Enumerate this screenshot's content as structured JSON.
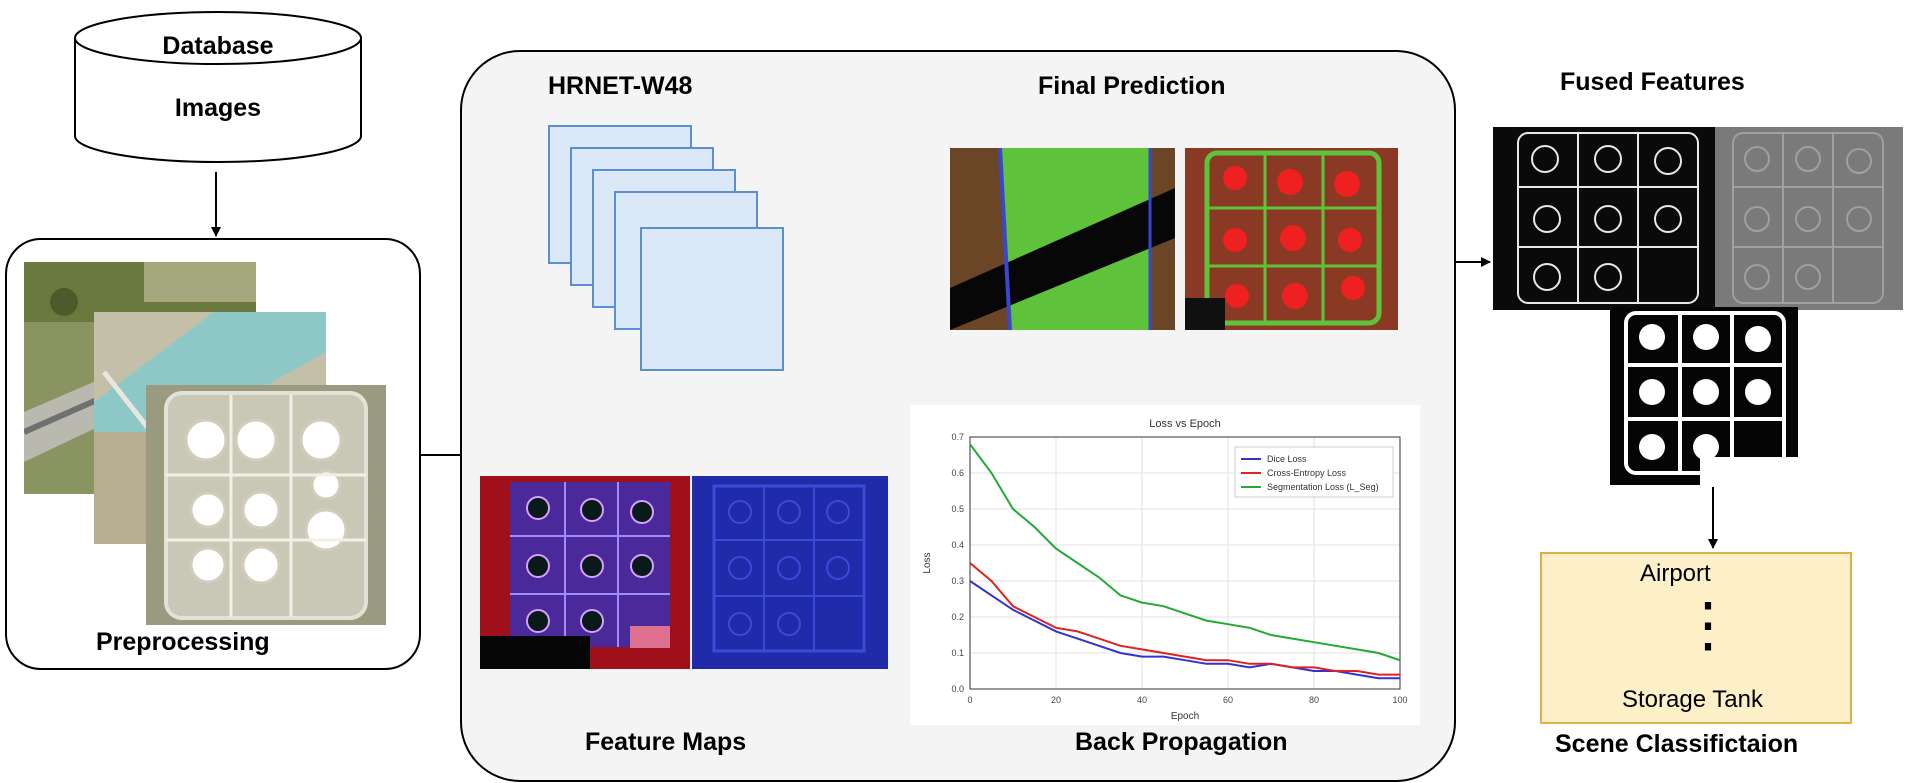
{
  "database": {
    "line1": "Database",
    "line2": "Images"
  },
  "preprocessing": {
    "label": "Preprocessing"
  },
  "hrnet": {
    "label": "HRNET-W48"
  },
  "final_prediction": {
    "label": "Final Prediction"
  },
  "feature_maps": {
    "label": "Feature Maps"
  },
  "back_propagation": {
    "label": "Back Propagation"
  },
  "fused_features": {
    "label": "Fused Features"
  },
  "scene": {
    "label": "Scene Classifictaion",
    "top_item": "Airport",
    "dots": "⋮",
    "bottom_item": "Storage Tank"
  },
  "colors": {
    "layer_fill": "#dbe8f8",
    "layer_stroke": "#5b8fd0",
    "scene_fill": "#fdf0c8",
    "scene_stroke": "#d9b24a"
  },
  "chart_data": {
    "type": "line",
    "title": "Loss vs Epoch",
    "xlabel": "Epoch",
    "ylabel": "Loss",
    "xlim": [
      0,
      100
    ],
    "ylim": [
      0.0,
      0.7
    ],
    "xticks": [
      0,
      20,
      40,
      60,
      80,
      100
    ],
    "yticks": [
      0.0,
      0.1,
      0.2,
      0.3,
      0.4,
      0.5,
      0.6,
      0.7
    ],
    "grid": true,
    "legend": "top-right",
    "x": [
      0,
      5,
      10,
      15,
      20,
      25,
      30,
      35,
      40,
      45,
      50,
      55,
      60,
      65,
      70,
      75,
      80,
      85,
      90,
      95,
      100
    ],
    "series": [
      {
        "name": "Dice Loss",
        "color": "#3333cc",
        "values": [
          0.3,
          0.26,
          0.22,
          0.19,
          0.16,
          0.14,
          0.12,
          0.1,
          0.09,
          0.09,
          0.08,
          0.07,
          0.07,
          0.06,
          0.07,
          0.06,
          0.05,
          0.05,
          0.04,
          0.03,
          0.03
        ]
      },
      {
        "name": "Cross-Entropy Loss",
        "color": "#dd2222",
        "values": [
          0.35,
          0.3,
          0.23,
          0.2,
          0.17,
          0.16,
          0.14,
          0.12,
          0.11,
          0.1,
          0.09,
          0.08,
          0.08,
          0.07,
          0.07,
          0.06,
          0.06,
          0.05,
          0.05,
          0.04,
          0.04
        ]
      },
      {
        "name": "Segmentation Loss (L_Seg)",
        "color": "#22aa33",
        "values": [
          0.68,
          0.6,
          0.5,
          0.45,
          0.39,
          0.35,
          0.31,
          0.26,
          0.24,
          0.23,
          0.21,
          0.19,
          0.18,
          0.17,
          0.15,
          0.14,
          0.13,
          0.12,
          0.11,
          0.1,
          0.08
        ]
      }
    ]
  }
}
